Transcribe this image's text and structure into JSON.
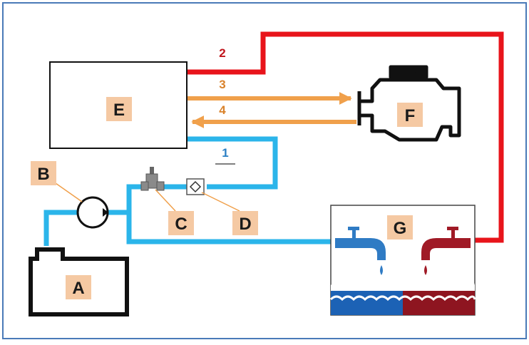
{
  "diagram": {
    "labels": {
      "A": "A",
      "B": "B",
      "C": "C",
      "D": "D",
      "E": "E",
      "F": "F",
      "G": "G"
    },
    "line_numbers": {
      "n1": "1",
      "n2": "2",
      "n3": "3",
      "n4": "4"
    },
    "colors": {
      "frame_border": "#4a7ab8",
      "cold_line": "#2bb5ea",
      "hot_line": "#e8141b",
      "engine_link": "#f0a04b",
      "label_box": "#f5c9a3",
      "label_text": "#1a1a1a",
      "number_red": "#c0141b",
      "number_orange": "#d9822b",
      "number_blue": "#2a7fc4",
      "cold_water": "#1c62b5",
      "hot_water": "#8e1520",
      "tap_blue": "#2f7bc4",
      "tap_red": "#a01a26"
    }
  }
}
